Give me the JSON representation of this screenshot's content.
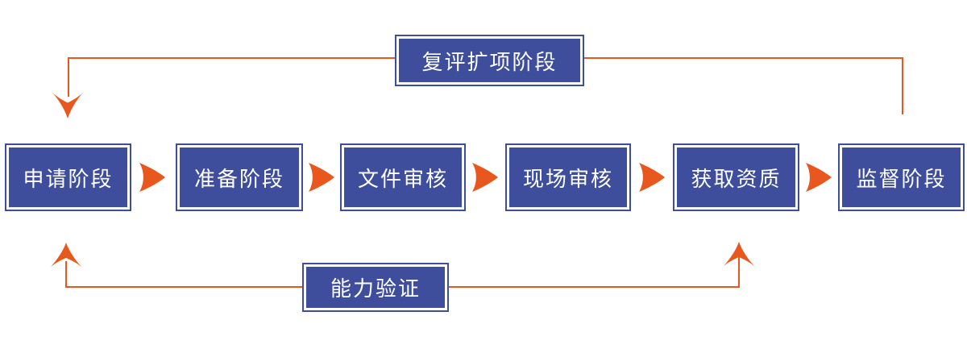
{
  "diagram": {
    "stages": [
      {
        "label": "申请阶段"
      },
      {
        "label": "准备阶段"
      },
      {
        "label": "文件审核"
      },
      {
        "label": "现场审核"
      },
      {
        "label": "获取资质"
      },
      {
        "label": "监督阶段"
      }
    ],
    "feedback_top": {
      "label": "复评扩项阶段"
    },
    "feedback_bottom": {
      "label": "能力验证"
    },
    "colors": {
      "node_fill": "#3e4e9c",
      "node_border": "#3e4e9c",
      "node_text": "#ffffff",
      "arrow": "#e8571d",
      "background": "#ffffff"
    }
  }
}
